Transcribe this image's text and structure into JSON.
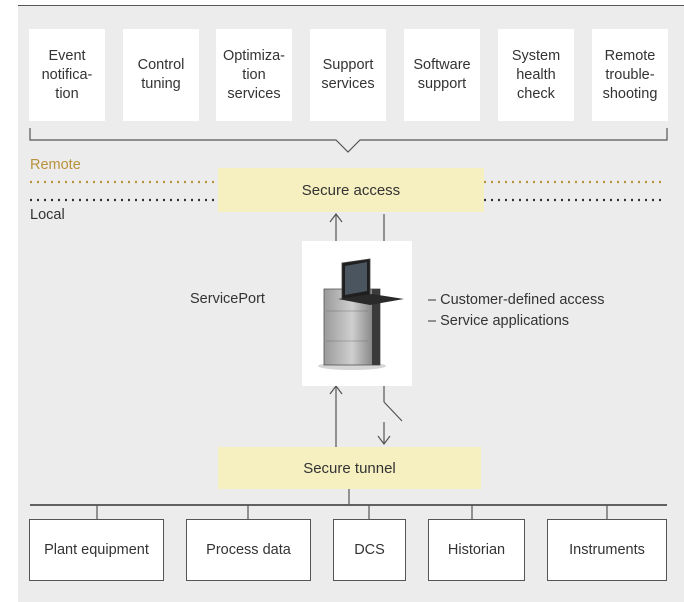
{
  "services": [
    {
      "label": "Event\nnotifica-\ntion"
    },
    {
      "label": "Control\ntuning"
    },
    {
      "label": "Optimiza-\ntion\nservices"
    },
    {
      "label": "Support\nservices"
    },
    {
      "label": "Software\nsupport"
    },
    {
      "label": "System\nhealth\ncheck"
    },
    {
      "label": "Remote\ntrouble-\nshooting"
    }
  ],
  "zones": {
    "remote": "Remote",
    "local": "Local"
  },
  "secure_access": "Secure access",
  "serviceport": {
    "label": "ServicePort",
    "notes": [
      "– Customer-defined access",
      "– Service applications"
    ]
  },
  "secure_tunnel": "Secure tunnel",
  "plant": [
    {
      "label": "Plant equipment"
    },
    {
      "label": "Process data"
    },
    {
      "label": "DCS"
    },
    {
      "label": "Historian"
    },
    {
      "label": "Instruments"
    }
  ],
  "colors": {
    "remote_dots": "#b8923c",
    "local_dots": "#333333",
    "highlight": "#f6f0c0",
    "panel": "#ececec"
  },
  "icons": {
    "device": "server-workstation-icon"
  }
}
